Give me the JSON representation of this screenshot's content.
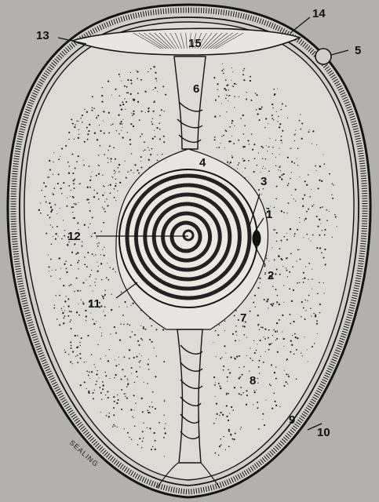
{
  "figure": {
    "labels": {
      "n1": "1",
      "n2": "2",
      "n3": "3",
      "n4": "4",
      "n5": "5",
      "n6": "6",
      "n7": "7",
      "n8": "8",
      "n9": "9",
      "n10": "10",
      "n11": "11",
      "n12": "12",
      "n13": "13",
      "n14": "14",
      "n15": "15"
    },
    "signature": "SEALING",
    "colors": {
      "background": "#b2b1ad",
      "albumen": "#dcdbd6",
      "ink": "#141414"
    }
  }
}
